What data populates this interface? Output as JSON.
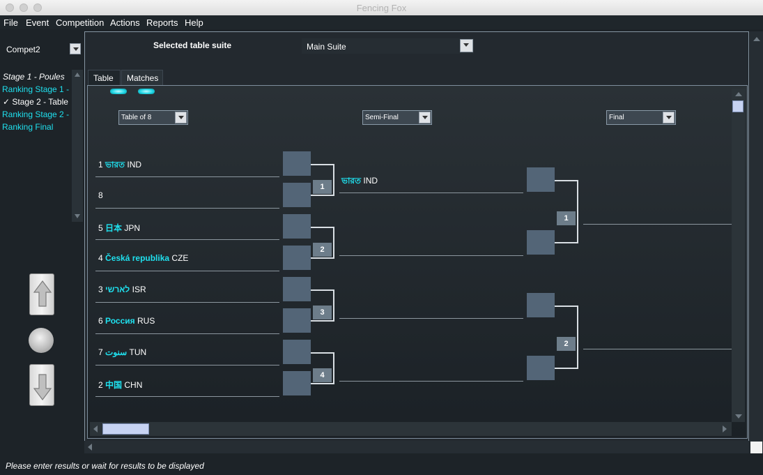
{
  "window": {
    "title": "Fencing Fox"
  },
  "menubar": {
    "items": [
      "File",
      "Event",
      "Competition",
      "Actions",
      "Reports",
      "Help"
    ]
  },
  "sidebar": {
    "competition": "Compet2",
    "stages": [
      {
        "label": "Stage 1 - Poules",
        "style": "italic-white"
      },
      {
        "label": "Ranking Stage 1 -",
        "style": "cyan"
      },
      {
        "label": "Stage 2 - Table",
        "style": "checked-white"
      },
      {
        "label": "Ranking Stage 2 -",
        "style": "cyan"
      },
      {
        "label": "Ranking Final",
        "style": "cyan"
      }
    ]
  },
  "header": {
    "suite_label": "Selected table suite",
    "suite_value": "Main Suite"
  },
  "tabs": [
    {
      "label": "Table"
    },
    {
      "label": "Matches"
    }
  ],
  "rounds": [
    "Table of 8",
    "Semi-Final",
    "Final"
  ],
  "table_of_8": [
    {
      "seed": "1",
      "native": "ভারত",
      "code": "IND"
    },
    {
      "seed": "8",
      "native": "",
      "code": ""
    },
    {
      "seed": "5",
      "native": "日本",
      "code": "JPN"
    },
    {
      "seed": "4",
      "native": "Česká republika",
      "code": "CZE"
    },
    {
      "seed": "3",
      "native": "לארשי",
      "code": "ISR"
    },
    {
      "seed": "6",
      "native": "Россия",
      "code": "RUS"
    },
    {
      "seed": "7",
      "native": "سنوت",
      "code": "TUN"
    },
    {
      "seed": "2",
      "native": "中国",
      "code": "CHN"
    }
  ],
  "matches_r1": [
    "1",
    "2",
    "3",
    "4"
  ],
  "semi_final": [
    {
      "native": "ভারত",
      "code": "IND"
    }
  ],
  "matches_r2": [
    "1",
    "2"
  ],
  "status": "Please enter results or wait for results to be displayed",
  "colors": {
    "accent": "#1fe0ee",
    "background": "#1d2328",
    "box": "#536577"
  }
}
